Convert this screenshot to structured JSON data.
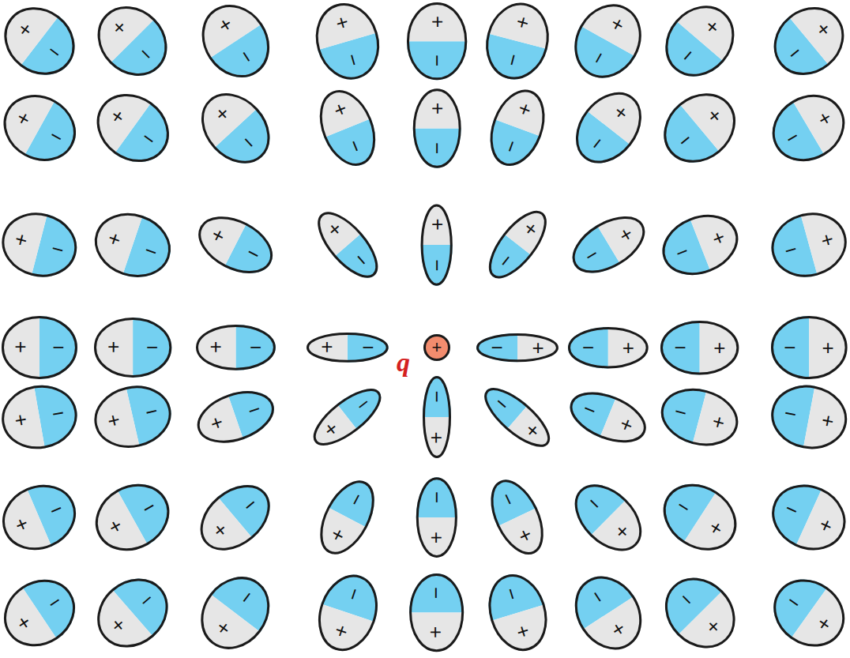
{
  "diagram": {
    "nodes": [
      {
        "text": [
          "+",
          "−"
        ]
      },
      {
        "text": [
          "+",
          "−"
        ]
      },
      {
        "text": [
          "+",
          "−"
        ]
      },
      {
        "text": [
          "+",
          "−"
        ]
      },
      {
        "text": [
          "+",
          "−"
        ]
      },
      {
        "text": [
          "+",
          "−"
        ]
      },
      {
        "text": [
          "+",
          "−"
        ]
      },
      {
        "text": [
          "+",
          "−"
        ]
      },
      {
        "text": [
          "+",
          "−"
        ]
      },
      {
        "text": [
          "+",
          "−"
        ]
      },
      {
        "text": [
          "+",
          "−"
        ]
      },
      {
        "text": [
          "+",
          "−"
        ]
      },
      {
        "text": [
          "+",
          "−"
        ]
      },
      {
        "text": [
          "+",
          "−"
        ]
      },
      {
        "text": [
          "+",
          "−"
        ]
      },
      {
        "text": [
          "+",
          "−"
        ]
      },
      {
        "text": [
          "+",
          "−"
        ]
      },
      {
        "text": [
          "+",
          "−"
        ]
      },
      {
        "text": [
          "+",
          "−"
        ]
      },
      {
        "text": [
          "+",
          "−"
        ]
      },
      {
        "text": [
          "+",
          "−"
        ]
      },
      {
        "text": [
          "+",
          "−"
        ]
      },
      {
        "text": [
          "+",
          "−"
        ]
      },
      {
        "text": [
          "+",
          "−"
        ]
      },
      {
        "text": [
          "+",
          "−"
        ]
      },
      {
        "text": [
          "+",
          "−"
        ]
      },
      {
        "text": [
          "+",
          "−"
        ]
      },
      {
        "text": [
          "+",
          "−"
        ]
      },
      {
        "text": [
          "+",
          "−"
        ]
      },
      {
        "text": [
          "+",
          "−"
        ]
      },
      {
        "text": [
          "+",
          "−"
        ]
      },
      {
        "text": [
          "+"
        ]
      },
      {
        "text": [
          "+",
          "−"
        ]
      },
      {
        "text": [
          "+",
          "−"
        ]
      },
      {
        "text": [
          "+",
          "−"
        ]
      },
      {
        "text": [
          "+",
          "−"
        ]
      },
      {
        "text": [
          "+",
          "−"
        ]
      },
      {
        "text": [
          "+",
          "−"
        ]
      },
      {
        "text": [
          "+",
          "−"
        ]
      },
      {
        "text": [
          "+",
          "−"
        ]
      },
      {
        "text": [
          "+",
          "−"
        ]
      },
      {
        "text": [
          "+",
          "−"
        ]
      },
      {
        "text": [
          "+",
          "−"
        ]
      },
      {
        "text": [
          "+",
          "−"
        ]
      },
      {
        "text": [
          "+",
          "−"
        ]
      },
      {
        "text": [
          "+",
          "−"
        ]
      },
      {
        "text": [
          "+",
          "−"
        ]
      },
      {
        "text": [
          "+",
          "−"
        ]
      },
      {
        "text": [
          "+",
          "−"
        ]
      },
      {
        "text": [
          "+",
          "−"
        ]
      },
      {
        "text": [
          "+",
          "−"
        ]
      },
      {
        "text": [
          "+",
          "−"
        ]
      },
      {
        "text": [
          "+",
          "−"
        ]
      },
      {
        "text": [
          "+",
          "−"
        ]
      },
      {
        "text": [
          "+",
          "−"
        ]
      },
      {
        "text": [
          "+",
          "−"
        ]
      },
      {
        "text": [
          "+",
          "−"
        ]
      },
      {
        "text": [
          "+",
          "−"
        ]
      },
      {
        "text": [
          "+",
          "−"
        ]
      },
      {
        "text": [
          "+",
          "−"
        ]
      },
      {
        "text": [
          "+",
          "−"
        ]
      },
      {
        "text": [
          "+",
          "−"
        ]
      },
      {
        "text": [
          "+",
          "−"
        ]
      }
    ],
    "labels": [
      "q"
    ]
  }
}
